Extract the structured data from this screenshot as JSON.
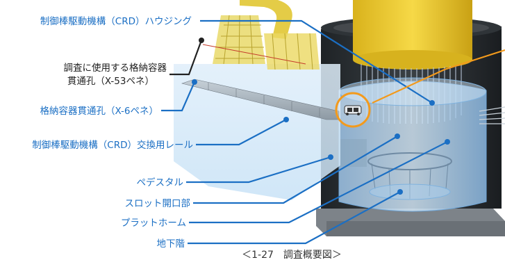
{
  "colors": {
    "label_blue": "#1b6fc4",
    "label_black": "#222222",
    "callout_orange": "#f39a1c",
    "vessel_yellow": "#f2cf2f",
    "containment_dark": "#2b2f33",
    "transparent_blue": "#b8d8f2",
    "pedestal_gray": "#9ea3a8"
  },
  "labels": {
    "crd_housing": "制御棒駆動機構（CRD）ハウジング",
    "penetration_x53_line1": "調査に使用する格納容器",
    "penetration_x53_line2": "貫通孔（X-53ペネ）",
    "penetration_x6": "格納容器貫通孔（X-6ペネ）",
    "crd_rail": "制御棒駆動機構（CRD）交換用レール",
    "pedestal": "ペデスタル",
    "slot_opening": "スロット開口部",
    "platform": "プラットホーム",
    "basement": "地下階"
  },
  "caption": "＜1-27　調査概要図＞",
  "icons": {
    "robot_camera": "inspection-robot-icon"
  }
}
